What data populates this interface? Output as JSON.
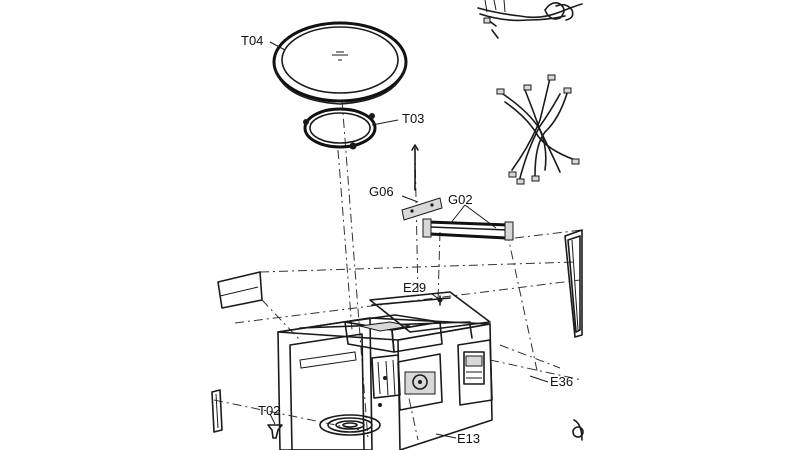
{
  "labels": {
    "t04": "T04",
    "t03": "T03",
    "g06": "G06",
    "g02": "G02",
    "e29": "E29",
    "e36": "E36",
    "t02": "T02",
    "e13": "E13"
  },
  "colors": {
    "background": "#ffffff",
    "line": "#1a1a1a"
  }
}
